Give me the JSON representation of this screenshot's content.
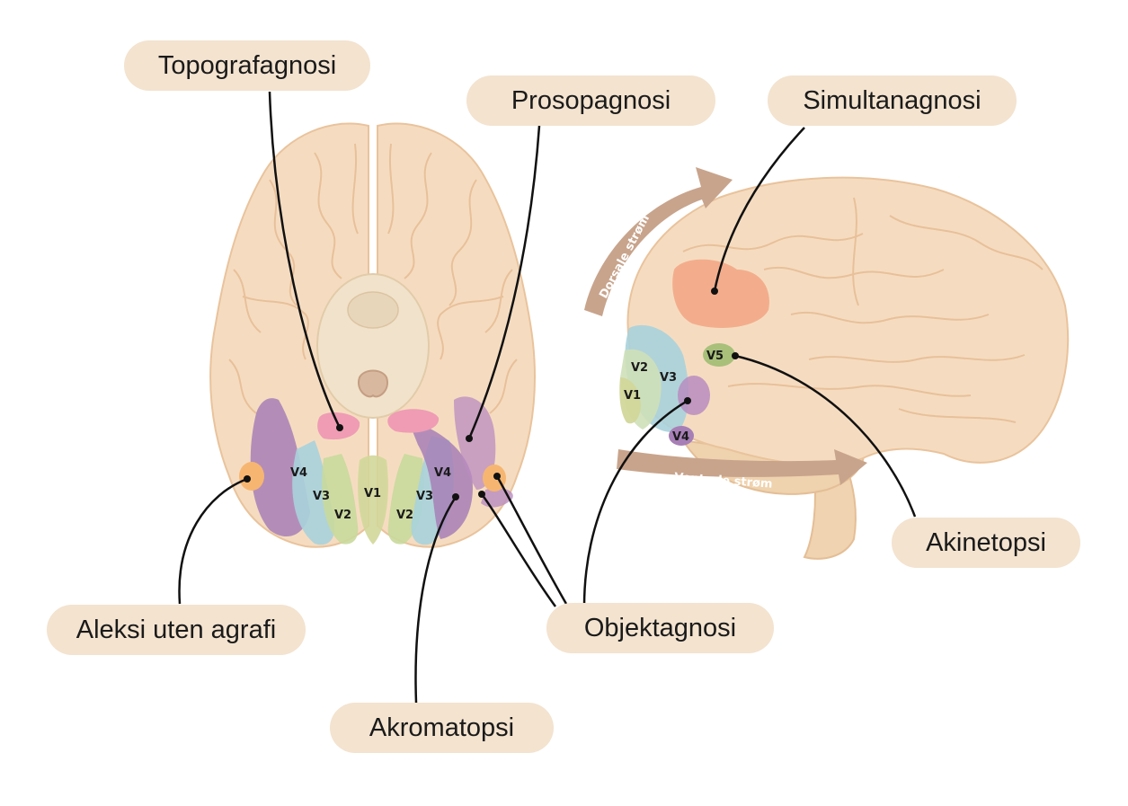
{
  "labels": {
    "topografagnosi": "Topografagnosi",
    "prosopagnosi": "Prosopagnosi",
    "simultanagnosi": "Simultanagnosi",
    "akinetopsi": "Akinetopsi",
    "aleksi": "Aleksi uten agrafi",
    "objektagnosi": "Objektagnosi",
    "akromatopsi": "Akromatopsi"
  },
  "areas": {
    "v1": "V1",
    "v2": "V2",
    "v3": "V3",
    "v4": "V4",
    "v5": "V5"
  },
  "streams": {
    "dorsal": "Dorsale strøm",
    "ventral": "Ventrale strøm"
  },
  "colors": {
    "brain": "#f5dcc0",
    "brain_outline": "#ecc9a4",
    "v1": "#d2d79a",
    "v2": "#cfe0b8",
    "v3": "#a9d2dc",
    "v4": "#a77fb6",
    "pink": "#ef9cb4",
    "orange": "#f6b671",
    "v5": "#a8c07a",
    "parietal": "#f2a17e",
    "arrow": "#c6a38a",
    "label_bg": "#f3e3cf"
  }
}
